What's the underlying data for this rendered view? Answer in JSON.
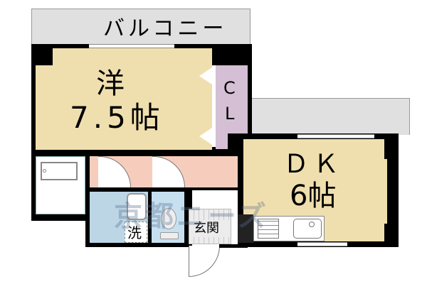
{
  "floorplan": {
    "balcony": {
      "label": "バルコニー"
    },
    "western_room": {
      "type": "洋",
      "size": "7.5帖"
    },
    "closet": {
      "label_top": "C",
      "label_bottom": "L"
    },
    "dk": {
      "type": "ＤＫ",
      "size": "6帖"
    },
    "washroom": {
      "label": "洗"
    },
    "entrance": {
      "label": "玄関"
    },
    "watermark": "京都ニーズ"
  },
  "colors": {
    "wall": "#000000",
    "balcony": "#e0e0e0",
    "room_floor": "#f0dfae",
    "closet": "#d4bfd4",
    "hallway": "#f6cdbd",
    "wet_area": "#bcd6e6",
    "entrance": "#ececec"
  }
}
